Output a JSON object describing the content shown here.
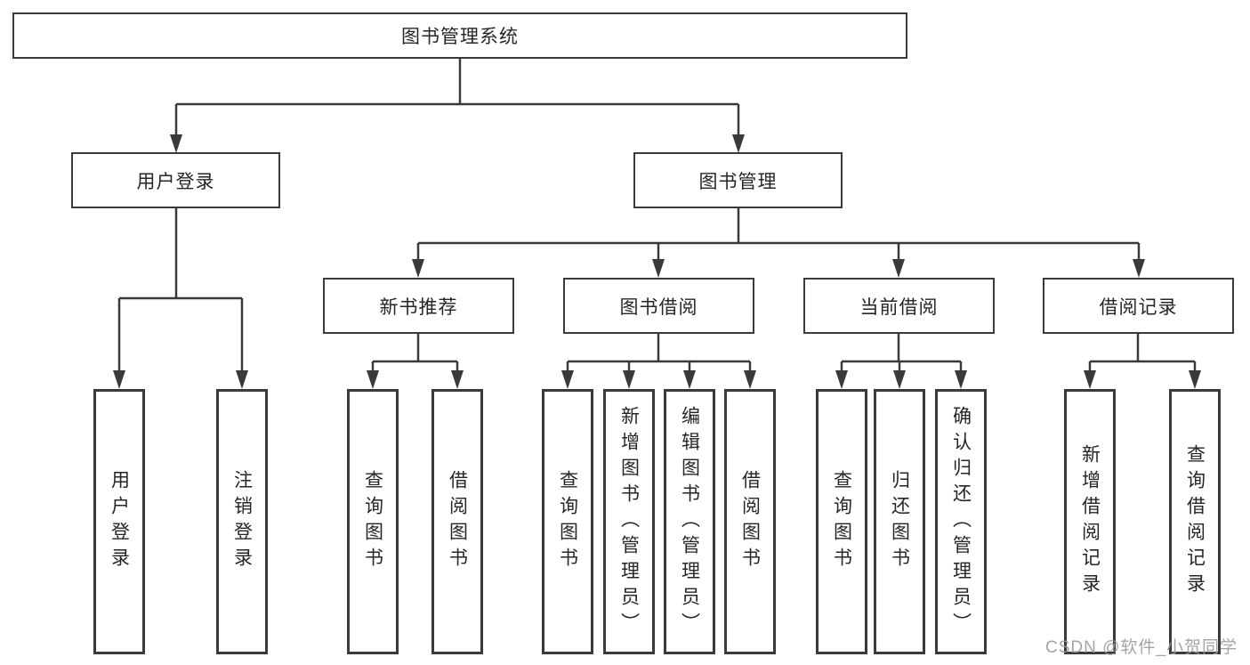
{
  "diagram": {
    "watermark": "CSDN @软件_小贺同学",
    "colors": {
      "line": "#3a3a3a",
      "text": "#262626",
      "background": "#ffffff",
      "watermark": "#9b9b9b"
    },
    "tree": {
      "label": "图书管理系统",
      "children": [
        {
          "label": "用户登录",
          "children": [
            {
              "label": "用户登录"
            },
            {
              "label": "注销登录"
            }
          ]
        },
        {
          "label": "图书管理",
          "children": [
            {
              "label": "新书推荐",
              "children": [
                {
                  "label": "查询图书"
                },
                {
                  "label": "借阅图书"
                }
              ]
            },
            {
              "label": "图书借阅",
              "children": [
                {
                  "label": "查询图书"
                },
                {
                  "label": "新增图书（管理员）"
                },
                {
                  "label": "编辑图书（管理员）"
                },
                {
                  "label": "借阅图书"
                }
              ]
            },
            {
              "label": "当前借阅",
              "children": [
                {
                  "label": "查询图书"
                },
                {
                  "label": "归还图书"
                },
                {
                  "label": "确认归还（管理员）"
                }
              ]
            },
            {
              "label": "借阅记录",
              "children": [
                {
                  "label": "新增借阅记录"
                },
                {
                  "label": "查询借阅记录"
                }
              ]
            }
          ]
        }
      ]
    }
  }
}
